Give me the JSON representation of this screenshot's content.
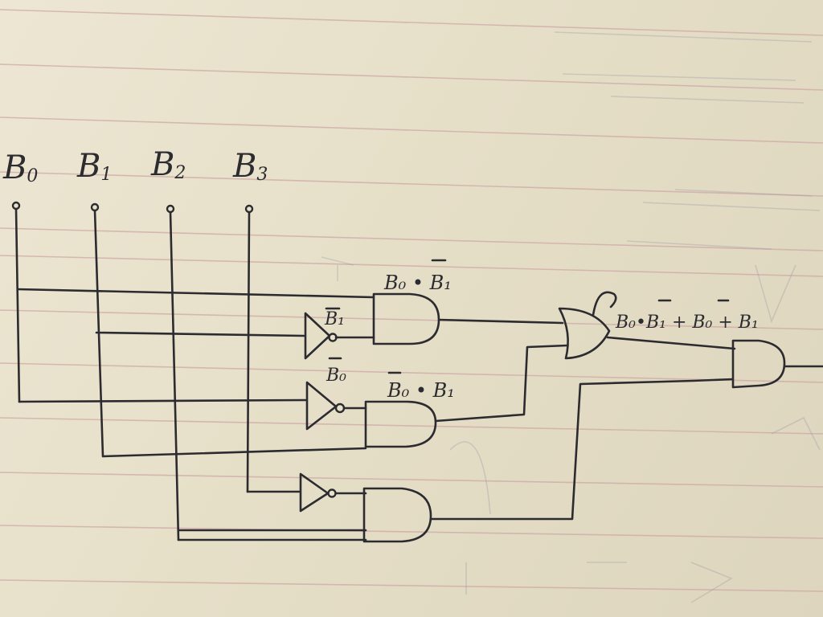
{
  "inputs": {
    "b0": {
      "letter": "B",
      "sub": "0"
    },
    "b1": {
      "letter": "B",
      "sub": "1"
    },
    "b2": {
      "letter": "B",
      "sub": "2"
    },
    "b3": {
      "letter": "B",
      "sub": "3"
    }
  },
  "labels": {
    "not_b1": "B₁",
    "not_b0": "B₀",
    "and1_term": "B₀ • B₁",
    "and2_term": "B₀ • B₁",
    "or_expr": "B₀•B₁ + B₀ + B₁"
  },
  "colors": {
    "ink": "#2b2b30",
    "paper": "#e9e2cc",
    "rule": "#cfa9a6"
  }
}
